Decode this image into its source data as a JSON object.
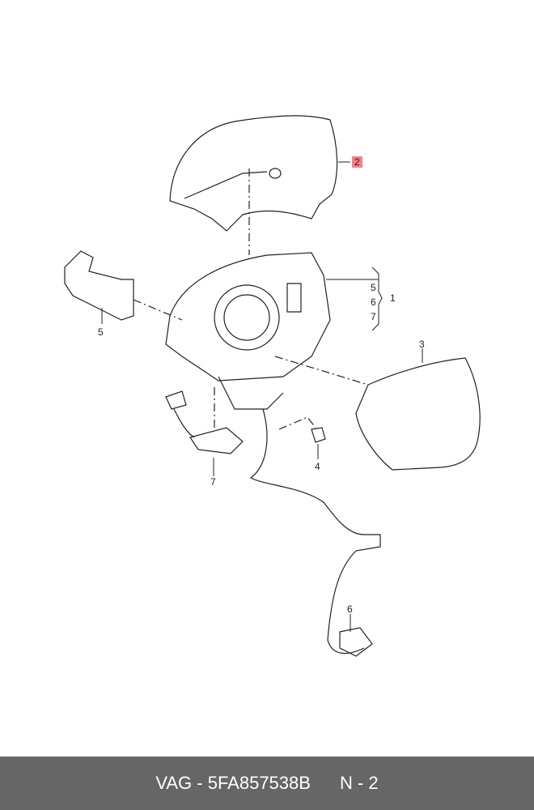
{
  "callouts": {
    "c1": "1",
    "c2": "2",
    "c3": "3",
    "c4": "4",
    "c5_left": "5",
    "c5_group": "5",
    "c6_group": "6",
    "c7_group": "7",
    "c6_cable": "6",
    "c7_lamp": "7"
  },
  "highlight_color": "#f77f86",
  "footer": {
    "part": "VAG - 5FA857538B",
    "position": "N - 2"
  }
}
